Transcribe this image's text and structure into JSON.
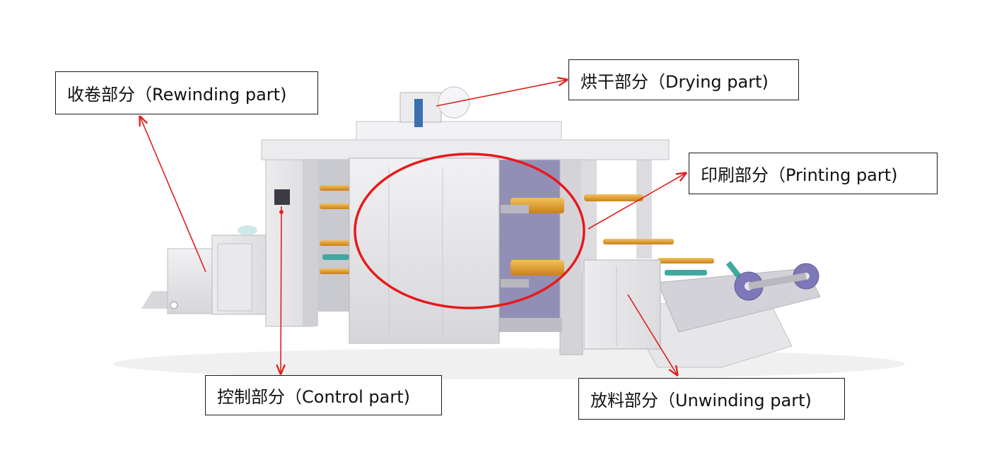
{
  "labels": {
    "rewinding": "收卷部分（Rewinding part)",
    "drying": "烘干部分（Drying part)",
    "printing": "印刷部分（Printing part)",
    "control": "控制部分（Control part)",
    "unwinding": "放料部分（Unwinding part)"
  },
  "colors": {
    "arrow": "#e0201c",
    "highlight_ellipse": "#e8191b",
    "machine_body": "#e4e4e6",
    "roller": "#e8a22a",
    "accent_purple": "#6e6a9e",
    "accent_teal": "#3fa9a0"
  }
}
